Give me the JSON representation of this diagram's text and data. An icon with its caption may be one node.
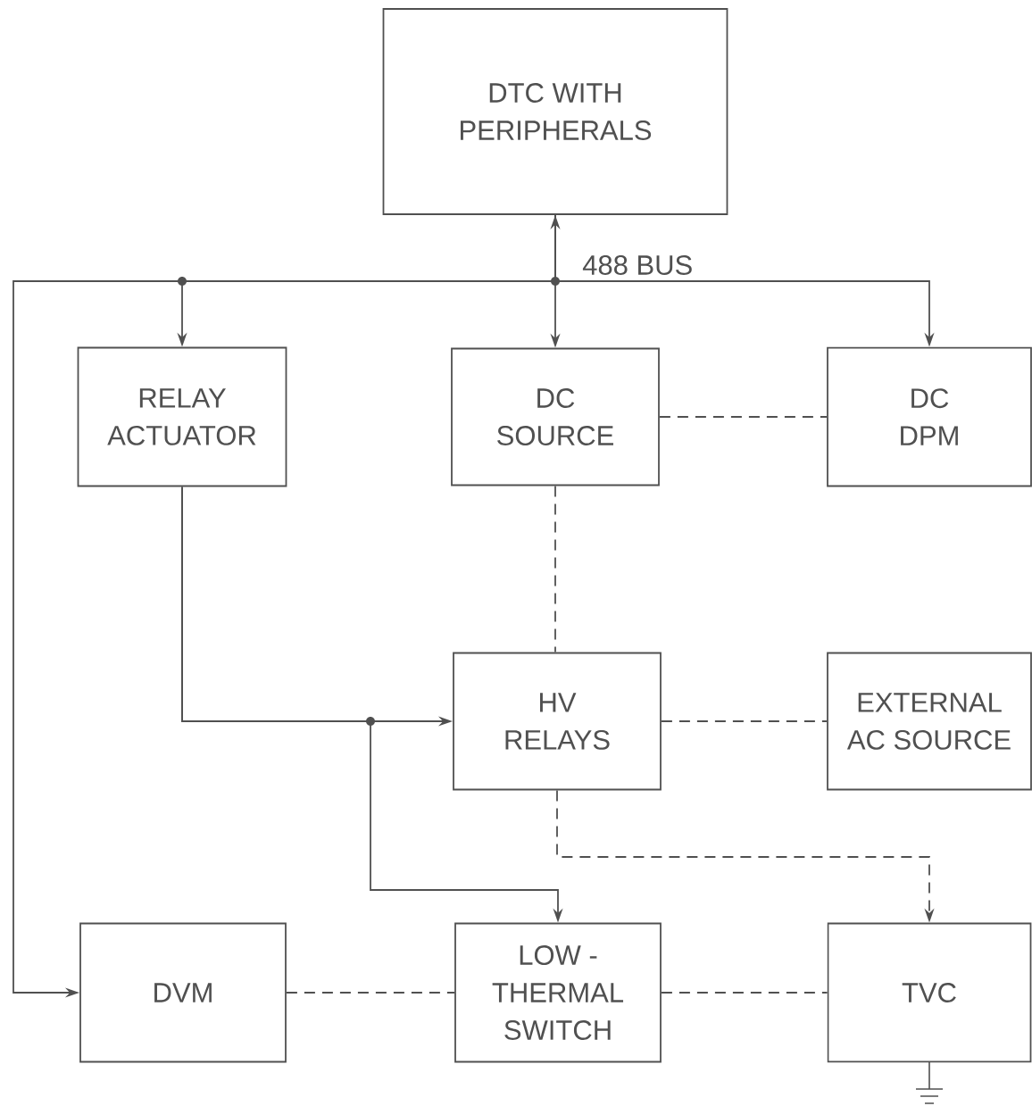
{
  "diagram": {
    "nodes": [
      {
        "text": [
          "DTC WITH PERIPHERALS"
        ]
      },
      {
        "text": [
          "RELAY ACTUATOR"
        ]
      },
      {
        "text": [
          "DC SOURCE"
        ]
      },
      {
        "text": [
          "DC DPM"
        ]
      },
      {
        "text": [
          "HV RELAYS"
        ]
      },
      {
        "text": [
          "EXTERNAL AC SOURCE"
        ]
      },
      {
        "text": [
          "DVM"
        ]
      },
      {
        "text": [
          "LOW - THERMAL SWITCH"
        ]
      },
      {
        "text": [
          "TVC"
        ]
      }
    ],
    "edges": [
      {
        "from": 0,
        "to": 2,
        "arrow": "both"
      },
      {
        "from": 0,
        "to": 1,
        "arrow": "to"
      },
      {
        "from": 0,
        "to": 3,
        "arrow": "to",
        "label": "488 BUS"
      },
      {
        "from": 0,
        "to": 6,
        "arrow": "to"
      },
      {
        "from": 1,
        "to": 4,
        "arrow": "to"
      },
      {
        "from": 1,
        "to": 7,
        "arrow": "to"
      },
      {
        "from": 2,
        "to": 3,
        "arrow": "none",
        "style": "dashed"
      },
      {
        "from": 2,
        "to": 4,
        "arrow": "none",
        "style": "dashed"
      },
      {
        "from": 4,
        "to": 5,
        "arrow": "none",
        "style": "dashed"
      },
      {
        "from": 4,
        "to": 8,
        "arrow": "to",
        "style": "dashed"
      },
      {
        "from": 6,
        "to": 7,
        "arrow": "none",
        "style": "dashed"
      },
      {
        "from": 7,
        "to": 8,
        "arrow": "none",
        "style": "dashed"
      }
    ]
  }
}
